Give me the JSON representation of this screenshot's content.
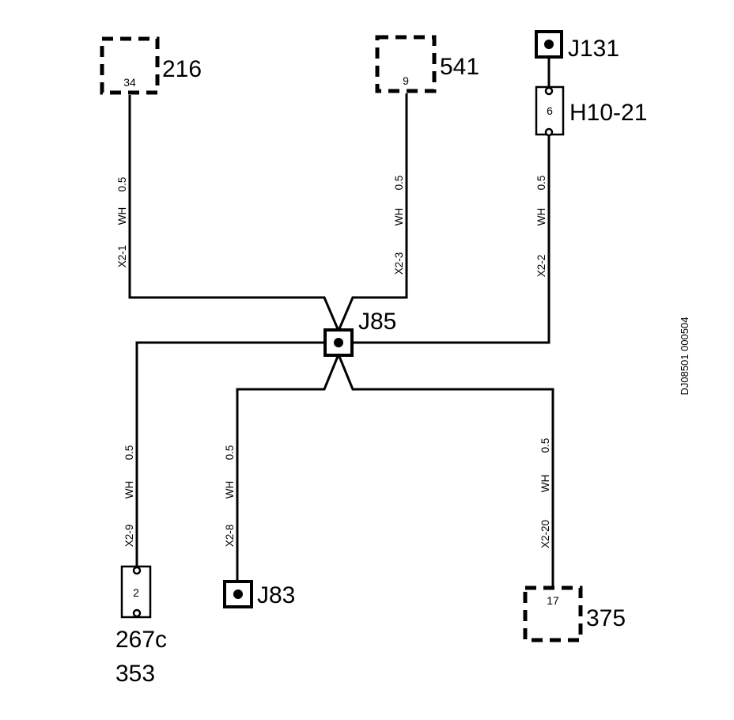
{
  "components": {
    "c216": {
      "label": "216",
      "pin": "34"
    },
    "c541": {
      "label": "541",
      "pin": "9"
    },
    "j131": {
      "label": "J131"
    },
    "h10": {
      "label": "H10-21",
      "pin": "6"
    },
    "j85": {
      "label": "J85"
    },
    "c267": {
      "label1": "267c",
      "label2": "353",
      "pin": "2"
    },
    "j83": {
      "label": "J83"
    },
    "c375": {
      "label": "375",
      "pin": "17"
    }
  },
  "wires": {
    "x2_1": {
      "id": "X2-1",
      "color": "WH",
      "size": "0.5"
    },
    "x2_3": {
      "id": "X2-3",
      "color": "WH",
      "size": "0.5"
    },
    "x2_2": {
      "id": "X2-2",
      "color": "WH",
      "size": "0.5"
    },
    "x2_9": {
      "id": "X2-9",
      "color": "WH",
      "size": "0.5"
    },
    "x2_8": {
      "id": "X2-8",
      "color": "WH",
      "size": "0.5"
    },
    "x2_20": {
      "id": "X2-20",
      "color": "WH",
      "size": "0.5"
    }
  },
  "reference_code": "DJ08501 000504"
}
